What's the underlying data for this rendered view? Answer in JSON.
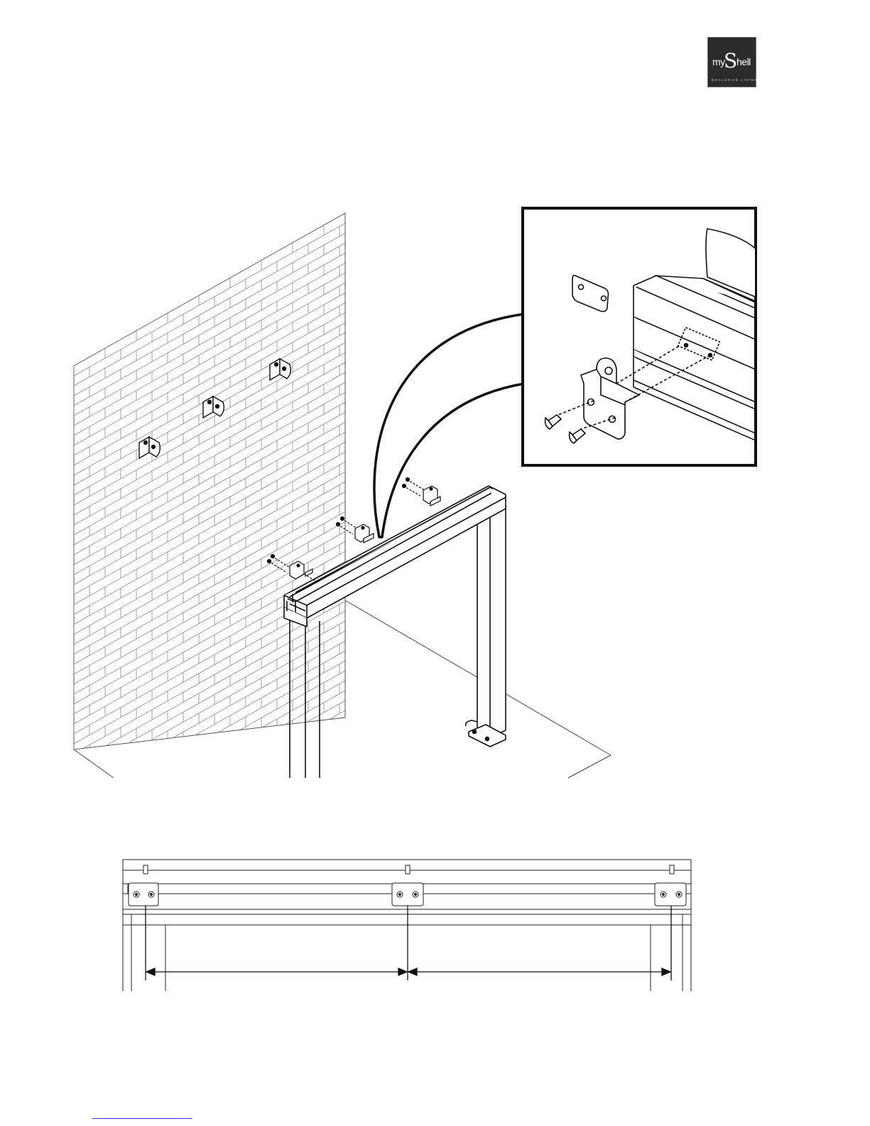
{
  "brand": {
    "logo_text_prefix": "my",
    "logo_text_initial": "S",
    "logo_text_suffix": "hell",
    "logo_tagline": "EXCLUSIVE LIVING"
  },
  "figures": {
    "main_illustration": "wall-mounted-frame-assembly",
    "detail_callout": "bracket-and-plate-detail",
    "bottom_view": "bracket-spacing-front-view"
  },
  "colors": {
    "line": "#111111",
    "brick_line": "#888888",
    "logo_bg": "#2b2b2b",
    "link": "#2c2ce0"
  }
}
